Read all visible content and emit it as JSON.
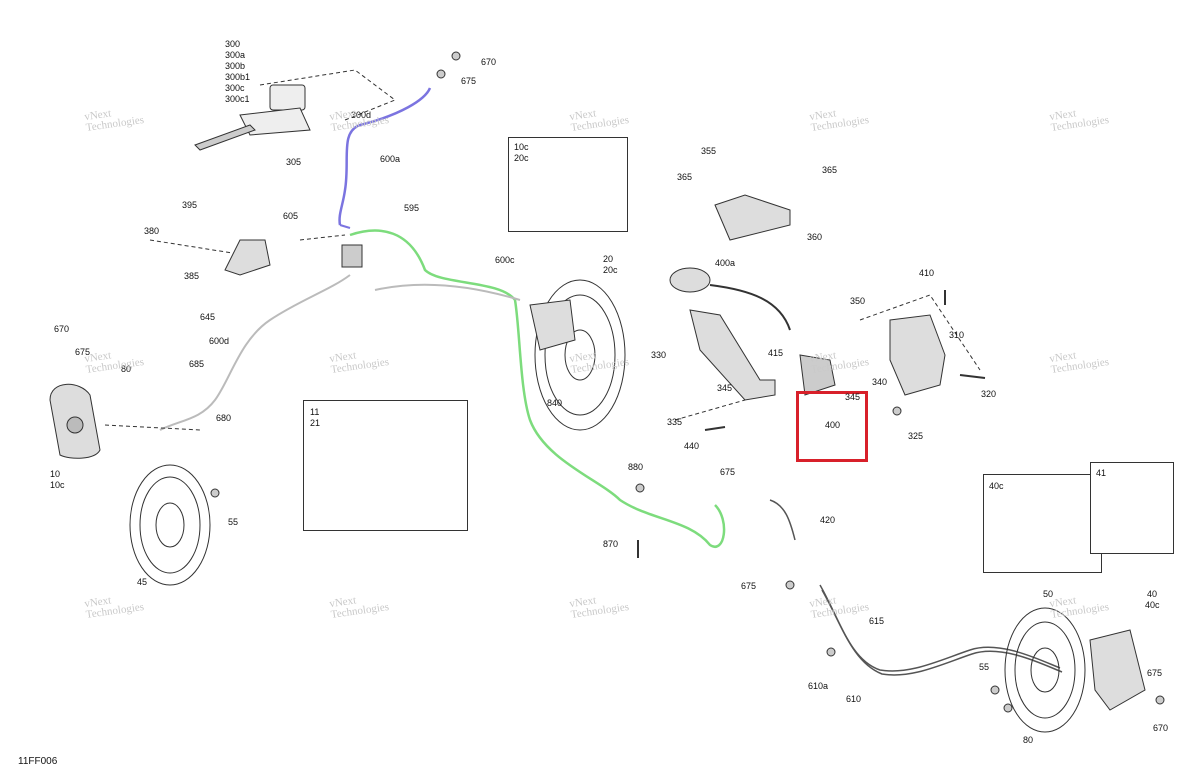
{
  "diagram": {
    "figure_code": "11FF006",
    "highlight_color": "#d8202a",
    "line_colors": {
      "front_line": "#7b74e0",
      "rear_line": "#7ddc7d",
      "parts": "#333333"
    },
    "watermark": [
      "vNext",
      "Technologies"
    ],
    "insets": [
      {
        "id": "bleeder-front",
        "labels": [
          "10c",
          "20c"
        ]
      },
      {
        "id": "pads-front",
        "labels": [
          "11",
          "21"
        ]
      },
      {
        "id": "bleeder-rear",
        "labels": [
          "40c"
        ]
      },
      {
        "id": "pads-rear",
        "labels": [
          "41"
        ]
      }
    ],
    "master_cylinder_labels": [
      "300",
      "300a",
      "300b",
      "300b1",
      "300c",
      "300c1"
    ],
    "part_labels": [
      "670",
      "675",
      "300d",
      "600a",
      "305",
      "395",
      "380",
      "385",
      "605",
      "595",
      "600c",
      "20",
      "20c",
      "355",
      "365",
      "365",
      "360",
      "400a",
      "410",
      "350",
      "310",
      "330",
      "415",
      "340",
      "345",
      "345",
      "320",
      "335",
      "325",
      "400",
      "440",
      "675",
      "880",
      "840",
      "420",
      "870",
      "675",
      "615",
      "610a",
      "610",
      "55",
      "50",
      "40",
      "40c",
      "675",
      "670",
      "80",
      "645",
      "600d",
      "685",
      "680",
      "670",
      "675",
      "80",
      "10",
      "10c",
      "55",
      "45"
    ],
    "highlighted_part": "400"
  }
}
